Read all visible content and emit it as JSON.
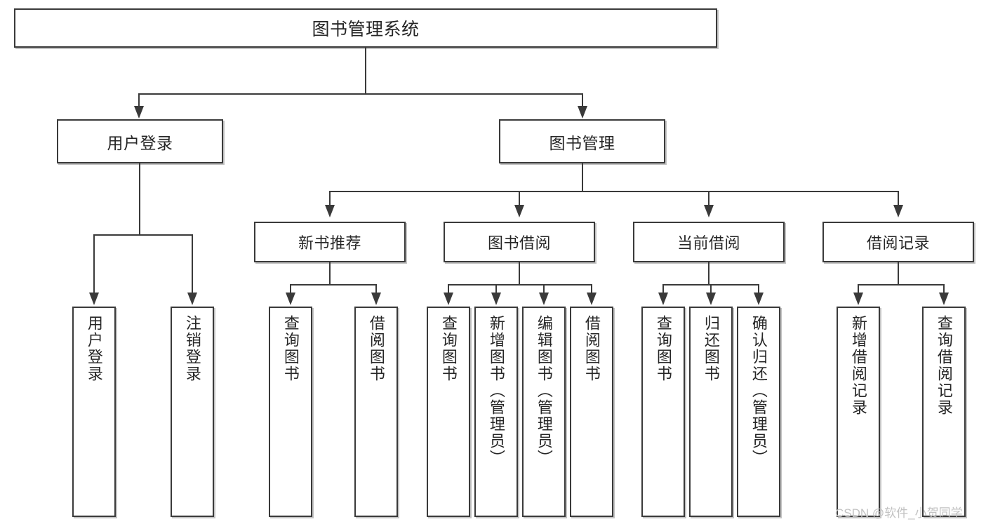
{
  "diagram": {
    "type": "tree",
    "title_node": {
      "label": "图书管理系统"
    },
    "level1": [
      {
        "label": "用户登录"
      },
      {
        "label": "图书管理"
      }
    ],
    "level2": [
      {
        "label": "新书推荐"
      },
      {
        "label": "图书借阅"
      },
      {
        "label": "当前借阅"
      },
      {
        "label": "借阅记录"
      }
    ],
    "leaves": {
      "user_login": [
        {
          "label": "用户登录"
        },
        {
          "label": "注销登录"
        }
      ],
      "new_book_recommend": [
        {
          "label": "查询图书"
        },
        {
          "label": "借阅图书"
        }
      ],
      "book_borrow": [
        {
          "label": "查询图书"
        },
        {
          "label": "新增图书（管理员）"
        },
        {
          "label": "编辑图书（管理员）"
        },
        {
          "label": "借阅图书"
        }
      ],
      "current_borrow": [
        {
          "label": "查询图书"
        },
        {
          "label": "归还图书"
        },
        {
          "label": "确认归还（管理员）"
        }
      ],
      "borrow_record": [
        {
          "label": "新增借阅记录"
        },
        {
          "label": "查询借阅记录"
        }
      ]
    }
  },
  "watermark": {
    "text": "CSDN @软件_小贺同学"
  },
  "colors": {
    "stroke": "#3a3a3a",
    "text": "#262626",
    "background": "#ffffff",
    "watermark": "#c2c2c2"
  }
}
